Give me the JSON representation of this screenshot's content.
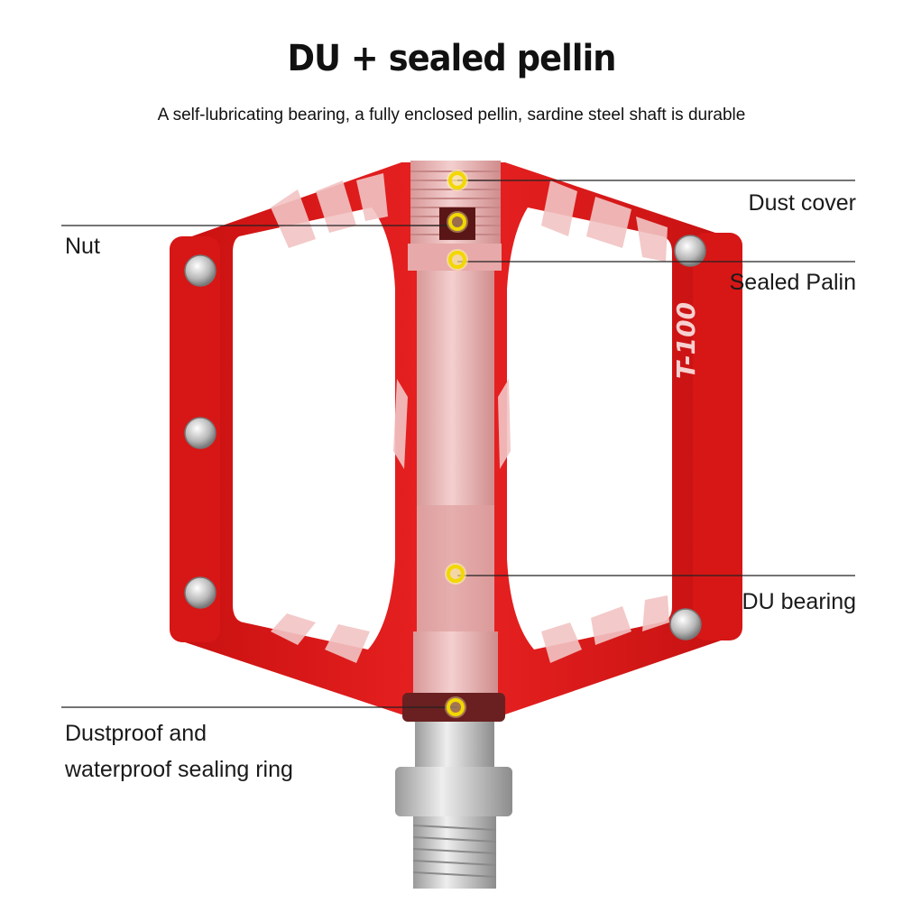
{
  "title": "DU + sealed pellin",
  "subtitle": "A self-lubricating bearing, a fully enclosed pellin, sardine steel shaft is durable",
  "callouts": {
    "dust_cover": "Dust cover",
    "nut": "Nut",
    "sealed_palin": "Sealed Palin",
    "du_bearing": "DU bearing",
    "dustproof_line1": "Dustproof and",
    "dustproof_line2": "waterproof sealing ring"
  },
  "pedal_marking": "T-100",
  "colors": {
    "pedal_body": "#e01b1b",
    "pedal_highlight": "#f3c9c9",
    "axle": "#e9b3b3",
    "marker": "#f5e400",
    "callout_line": "#222222",
    "steel": "#c8c8c8"
  }
}
